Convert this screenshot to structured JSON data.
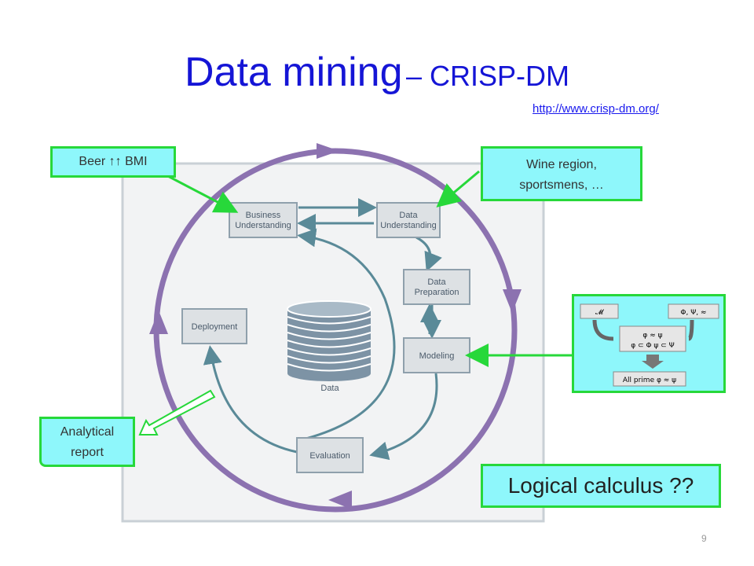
{
  "title": {
    "main": "Data mining",
    "sub": "– CRISP-DM"
  },
  "url": "http://www.crisp-dm.org/",
  "callouts": {
    "beer": "Beer ↑↑ BMI",
    "wine_line1": "Wine region,",
    "wine_line2": "sportsmens, …",
    "report_line1": "Analytical",
    "report_line2": "report",
    "logical": "Logical calculus  ??"
  },
  "crisp": {
    "business_1": "Business",
    "business_2": "Understanding",
    "data_u_1": "Data",
    "data_u_2": "Understanding",
    "prep_1": "Data",
    "prep_2": "Preparation",
    "modeling": "Modeling",
    "deployment": "Deployment",
    "evaluation": "Evaluation",
    "data_label": "Data"
  },
  "formula": {
    "f1": "𝓜",
    "f2": "Φ, Ψ, ≈",
    "f3_1": "φ ≈ ψ",
    "f3_2": "φ ⊂ Φ   ψ ⊂ Ψ",
    "f4": "All prime φ ≈ ψ"
  },
  "page_number": "9",
  "colors": {
    "title": "#1515d6",
    "callout_bg": "#8ef7fb",
    "callout_border": "#27d83a",
    "cycle": "#8c72b0"
  }
}
